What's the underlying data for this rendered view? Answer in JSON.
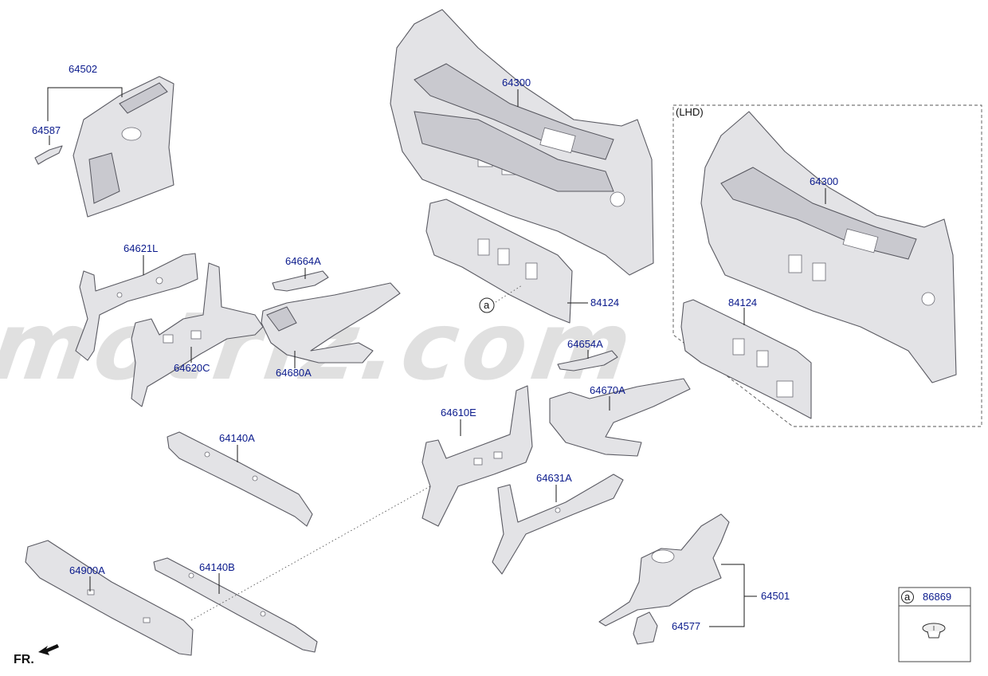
{
  "watermark": "imotriz.com",
  "lhd_label": "(LHD)",
  "front_label": "FR.",
  "ref_letter": "a",
  "legend": {
    "letter": "a",
    "part": "86869"
  },
  "labels": {
    "p64502": "64502",
    "p64587": "64587",
    "p64300_main": "64300",
    "p64300_lhd": "64300",
    "p84124_main": "84124",
    "p84124_lhd": "84124",
    "p64621L": "64621L",
    "p64664A": "64664A",
    "p64620C": "64620C",
    "p64680A": "64680A",
    "p64654A": "64654A",
    "p64670A": "64670A",
    "p64610E": "64610E",
    "p64140A": "64140A",
    "p64631A": "64631A",
    "p64900A": "64900A",
    "p64140B": "64140B",
    "p64501": "64501",
    "p64577": "64577"
  }
}
